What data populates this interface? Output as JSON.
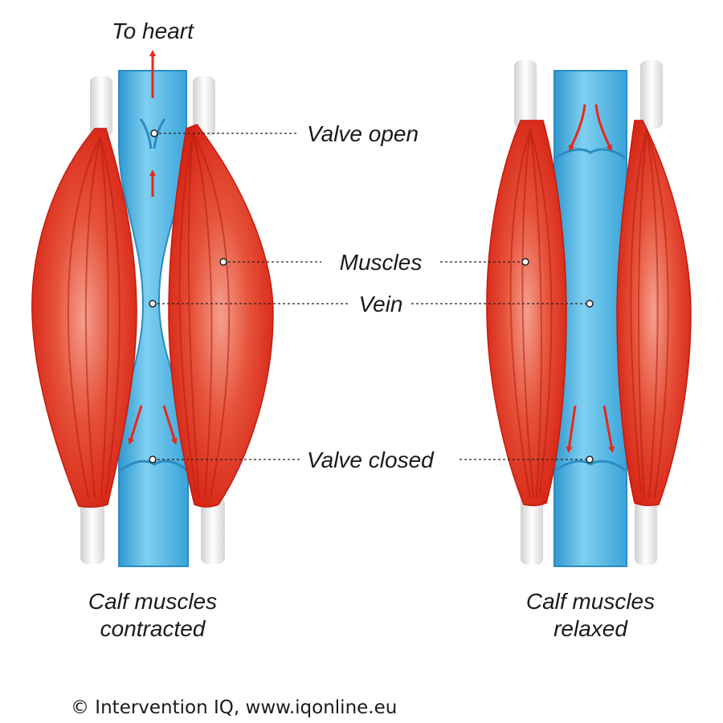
{
  "labels": {
    "to_heart": "To heart",
    "valve_open": "Valve open",
    "muscles": "Muscles",
    "vein": "Vein",
    "valve_closed": "Valve closed"
  },
  "captions": {
    "left_line1": "Calf muscles",
    "left_line2": "contracted",
    "right_line1": "Calf muscles",
    "right_line2": "relaxed"
  },
  "credit": "© Intervention IQ, www.iqonline.eu",
  "colors": {
    "muscle": "#e2341f",
    "vein": "#4fb6e3",
    "arrow": "#e8281a",
    "tendon": "#eeeeee"
  }
}
